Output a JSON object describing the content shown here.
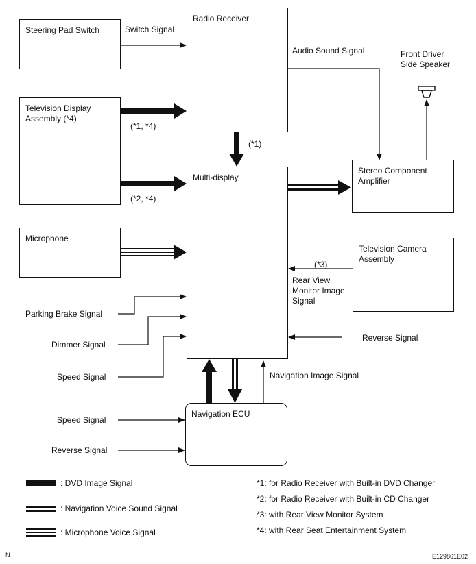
{
  "boxes": {
    "steering_pad_switch": "Steering Pad Switch",
    "radio_receiver": "Radio Receiver",
    "television_display_line1": "Television Display",
    "television_display_line2": "Assembly (*4)",
    "multi_display": "Multi-display",
    "microphone": "Microphone",
    "stereo_amp_line1": "Stereo Component",
    "stereo_amp_line2": "Amplifier",
    "tv_camera_line1": "Television Camera",
    "tv_camera_line2": "Assembly",
    "navigation_ecu": "Navigation ECU"
  },
  "signals": {
    "switch_signal": "Switch Signal",
    "audio_sound_signal": "Audio Sound Signal",
    "front_speaker_line1": "Front Driver",
    "front_speaker_line2": "Side Speaker",
    "note_1_4": "(*1, *4)",
    "note_1": "(*1)",
    "note_2_4": "(*2, *4)",
    "note_3": "(*3)",
    "rear_view_line1": "Rear View",
    "rear_view_line2": "Monitor Image",
    "rear_view_line3": "Signal",
    "parking_brake": "Parking Brake Signal",
    "dimmer": "Dimmer Signal",
    "speed_md": "Speed Signal",
    "reverse_md": "Reverse Signal",
    "navigation_image": "Navigation Image Signal",
    "speed_nav": "Speed Signal",
    "reverse_nav": "Reverse Signal"
  },
  "legend": {
    "dvd": ": DVD Image Signal",
    "nav_voice": ": Navigation Voice Sound Signal",
    "mic_voice": ": Microphone Voice Signal"
  },
  "footnotes": {
    "n1": "*1: for Radio Receiver with Built-in DVD Changer",
    "n2": "*2: for Radio Receiver with Built-in CD Changer",
    "n3": "*3: with Rear View Monitor System",
    "n4": "*4: with Rear Seat Entertainment System"
  },
  "corner": {
    "left": "N",
    "code": "E129861E02"
  }
}
